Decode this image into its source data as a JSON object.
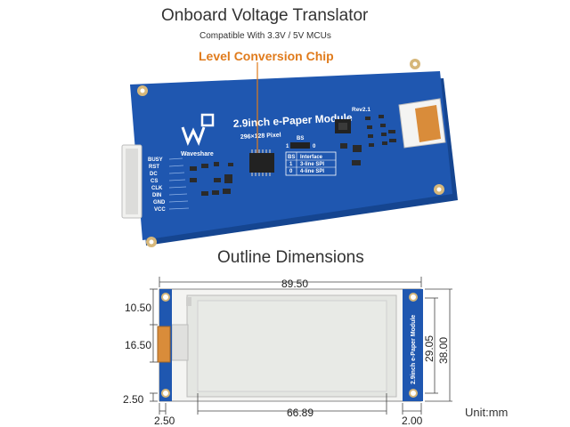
{
  "headings": {
    "title": "Onboard Voltage Translator",
    "subtitle": "Compatible With 3.3V / 5V MCUs",
    "callout": "Level Conversion Chip",
    "outline": "Outline Dimensions"
  },
  "board": {
    "title": "2.9inch e-Paper Module",
    "resolution": "296×128 Pixel",
    "brand": "Waveshare",
    "revision": "Rev2.1",
    "bs_label": "BS",
    "bs_one": "1",
    "bs_zero": "0",
    "pins": [
      "BUSY",
      "RST",
      "DC",
      "CS",
      "CLK",
      "DIN",
      "GND",
      "VCC"
    ],
    "interface_table": {
      "header": [
        "BS",
        "Interface"
      ],
      "rows": [
        [
          "1",
          "3-line SPI"
        ],
        [
          "0",
          "4-line SPI"
        ]
      ]
    }
  },
  "panel": {
    "label": "2.9inch e-Paper Module"
  },
  "dimensions": {
    "width": "89.50",
    "height_inner": "29.05",
    "height_outer": "38.00",
    "top_offset": "10.50",
    "connector_height": "16.50",
    "bottom_margin": "2.50",
    "left_margin": "2.50",
    "active_width": "66.89",
    "right_margin": "2.00"
  },
  "unit": "Unit:mm",
  "colors": {
    "pcb": "#1f57b0",
    "pcb_dark": "#154590",
    "accent": "#e07b1c",
    "screen": "#e4e6e2"
  }
}
